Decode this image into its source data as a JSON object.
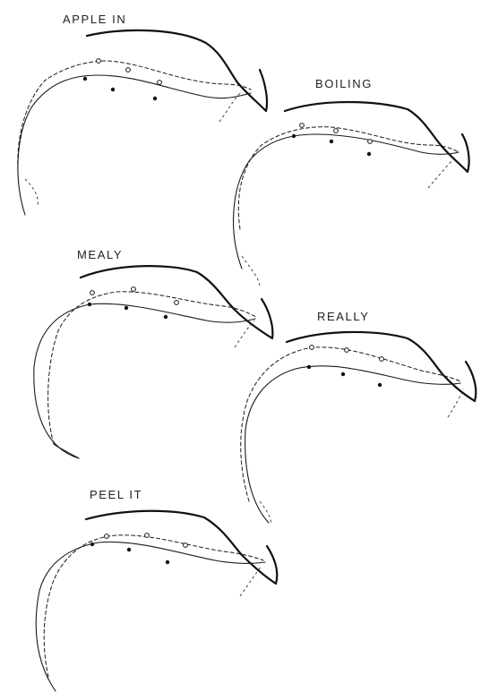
{
  "figure": {
    "panels": [
      {
        "id": "apple-in",
        "label": "APPLE  IN"
      },
      {
        "id": "boiling",
        "label": "BOILING"
      },
      {
        "id": "mealy",
        "label": "MEALY"
      },
      {
        "id": "really",
        "label": "REALLY"
      },
      {
        "id": "peel-it",
        "label": "PEEL  IT"
      }
    ]
  }
}
